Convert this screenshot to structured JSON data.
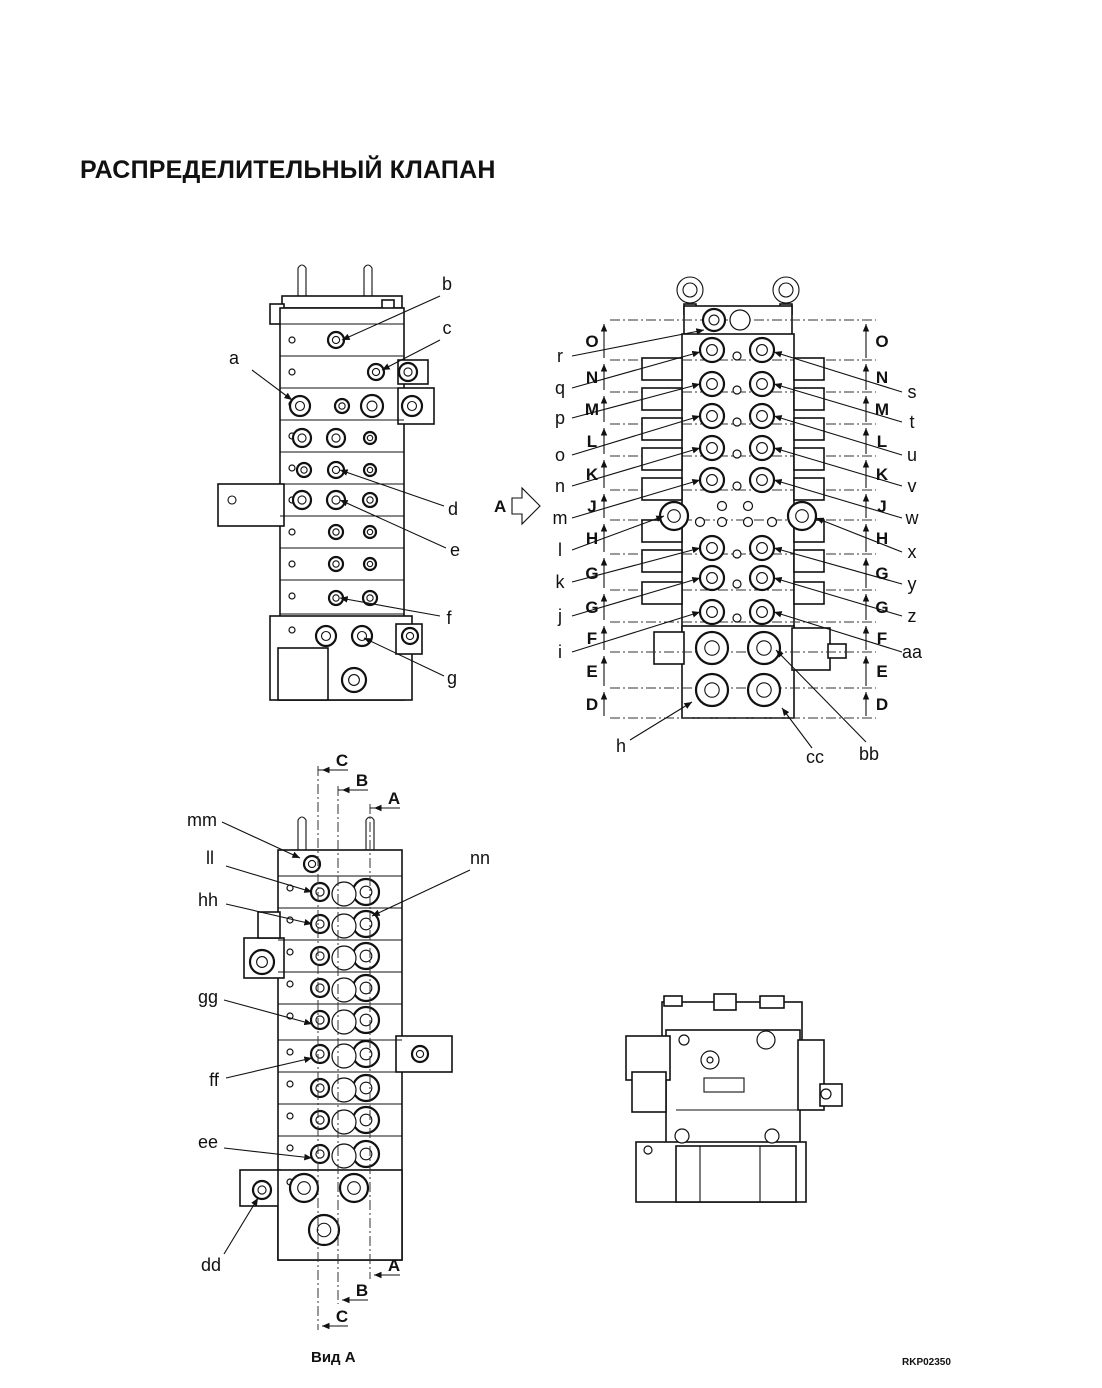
{
  "title": "РАСПРЕДЕЛИТЕЛЬНЫЙ КЛАПАН",
  "view_caption": "Вид А",
  "drawing_code": "RKP02350",
  "view_arrow_label": "A",
  "view1_callouts": [
    "a",
    "b",
    "c",
    "d",
    "e",
    "f",
    "g"
  ],
  "view2_callouts_left": [
    "r",
    "q",
    "p",
    "o",
    "n",
    "m",
    "l",
    "k",
    "j",
    "i",
    "h"
  ],
  "view2_callouts_right": [
    "s",
    "t",
    "u",
    "v",
    "w",
    "x",
    "y",
    "z",
    "aa"
  ],
  "view2_callouts_bottom": [
    "cc",
    "bb"
  ],
  "section_marks": [
    "O",
    "N",
    "M",
    "L",
    "K",
    "J",
    "H",
    "G",
    "G",
    "F",
    "E",
    "D"
  ],
  "view3_callouts": [
    "mm",
    "ll",
    "hh",
    "gg",
    "ff",
    "ee",
    "dd",
    "nn"
  ],
  "view3_cut_marks": [
    "C",
    "B",
    "A"
  ]
}
